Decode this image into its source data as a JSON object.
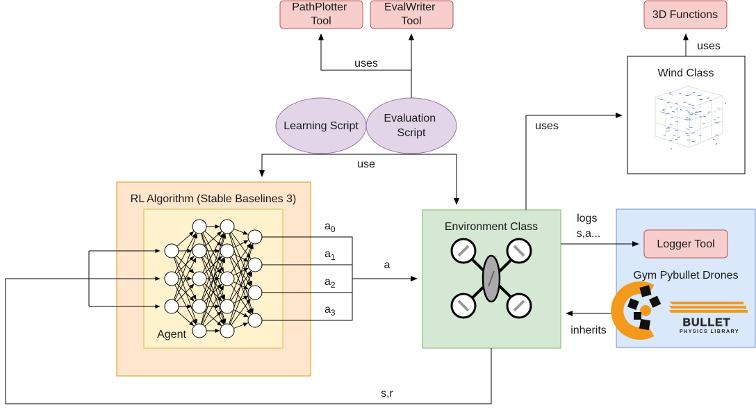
{
  "tools": {
    "path_plotter": [
      "PathPlotter",
      "Tool"
    ],
    "eval_writer": [
      "EvalWriter",
      "Tool"
    ],
    "functions_3d": "3D Functions",
    "logger": "Logger Tool"
  },
  "scripts": {
    "learning": "Learning Script",
    "evaluation": [
      "Evaluation",
      "Script"
    ]
  },
  "wind_class": "Wind Class",
  "environment_class": "Environment Class",
  "rl_algorithm": "RL Algorithm (Stable Baselines 3)",
  "agent": "Agent",
  "gym_pybullet": "Gym Pybullet Drones",
  "bullet_logo": {
    "word": "BULLET",
    "subtitle": "PHYSICS  LIBRARY"
  },
  "edge_labels": {
    "uses_tools": "uses",
    "use_scripts": "use",
    "uses_wind": "uses",
    "uses_3d": "uses",
    "logs": [
      "logs",
      "s,a..."
    ],
    "action": "a",
    "inherits": "inherits",
    "state_reward": "s,r"
  },
  "actions": [
    {
      "base": "a",
      "sub": "0"
    },
    {
      "base": "a",
      "sub": "1"
    },
    {
      "base": "a",
      "sub": "2"
    },
    {
      "base": "a",
      "sub": "3"
    }
  ],
  "colors": {
    "tool_fill": "#f8cecc",
    "tool_stroke": "#b85450",
    "script_fill": "#e1d5e7",
    "script_stroke": "#9673a6",
    "rl_fill": "#ffe6cc",
    "rl_stroke": "#d79b00",
    "agent_fill": "#fff2cc",
    "agent_stroke": "#d6b656",
    "env_fill": "#d5e8d4",
    "env_stroke": "#82b366",
    "gym_fill": "#dae8fc",
    "gym_stroke": "#6c8ebf"
  }
}
